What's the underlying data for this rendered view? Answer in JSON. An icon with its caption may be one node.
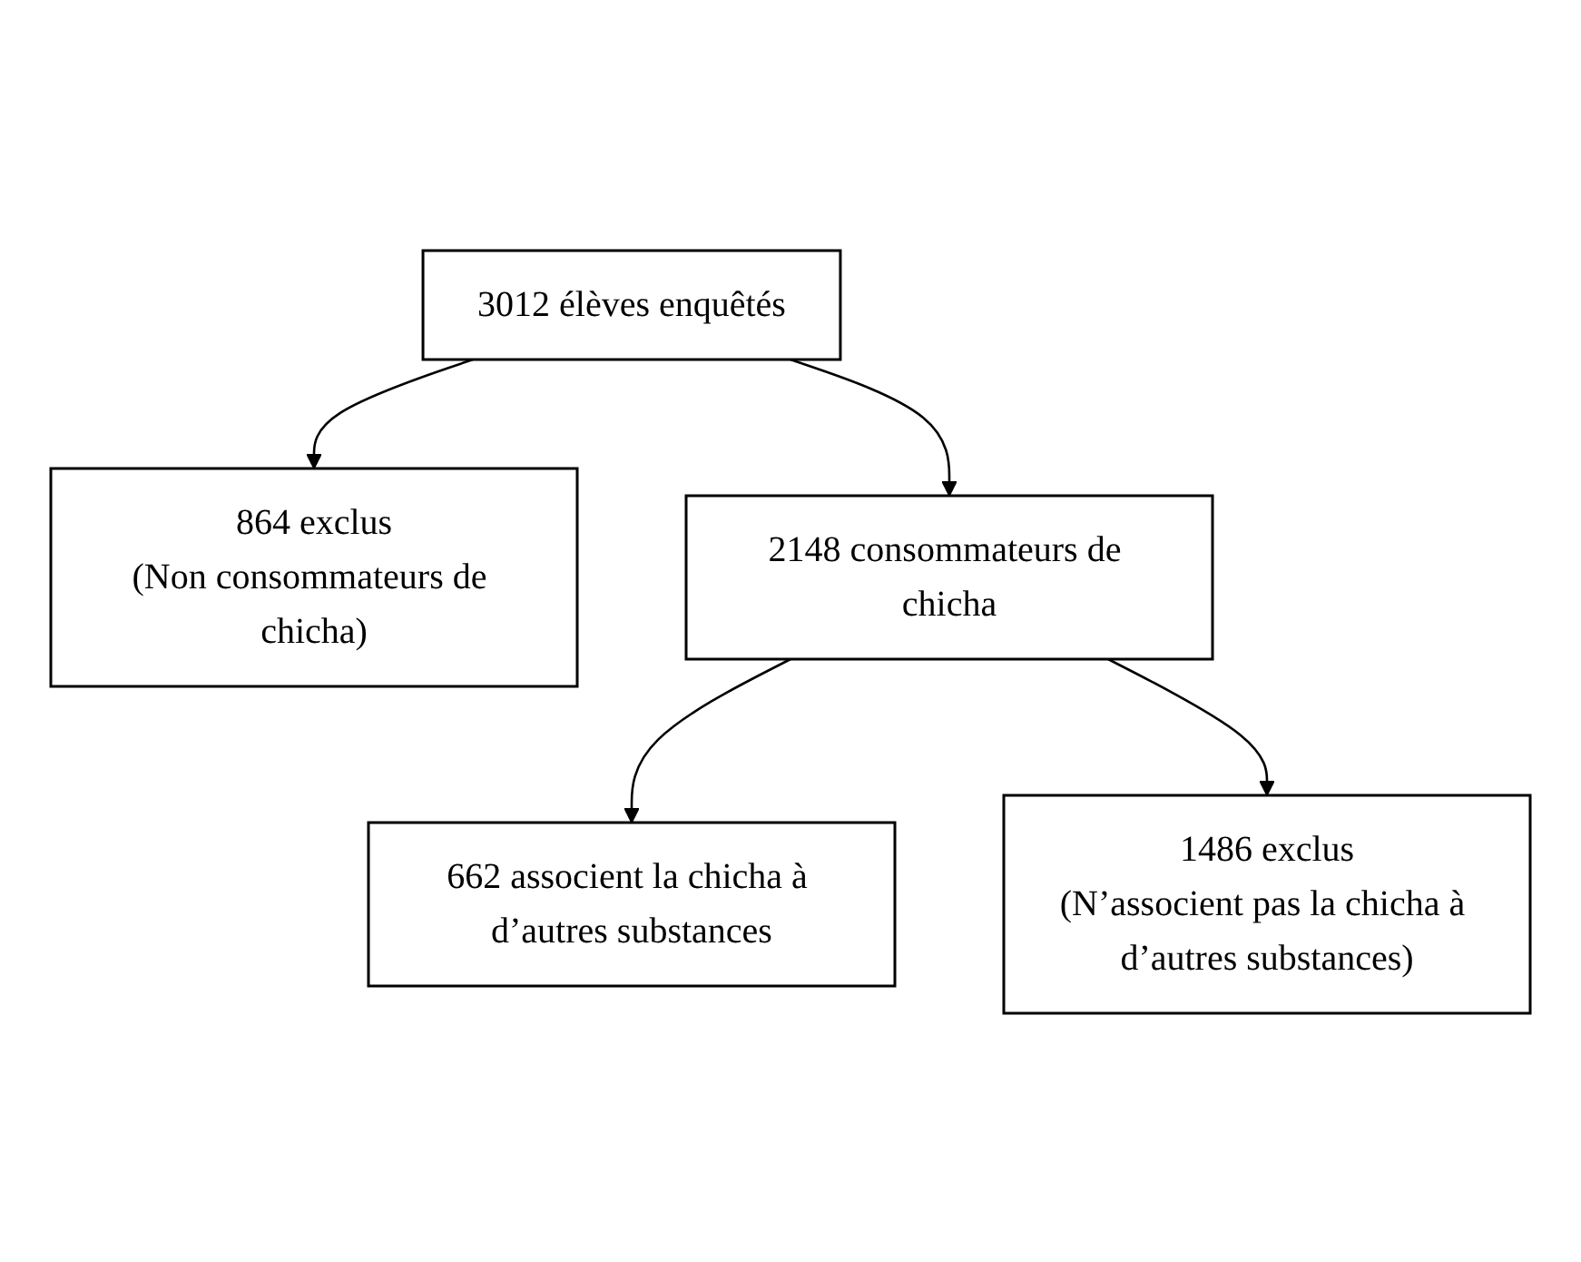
{
  "diagram": {
    "nodes": [
      {
        "text": [
          "3012 élèves enquêtés"
        ]
      },
      {
        "text": [
          "864 exclus",
          "(Non consommateurs de chicha)"
        ]
      },
      {
        "text": [
          "2148 consommateurs de chicha"
        ]
      },
      {
        "text": [
          "1486 exclus",
          "(N’associent pas la chicha à d’autres substances)"
        ]
      },
      {
        "text": [
          "662 associent la chicha à d’autres substances"
        ]
      }
    ],
    "edges": [
      {
        "from": 0,
        "to": 2,
        "arrow": "to"
      },
      {
        "from": 0,
        "to": 1,
        "arrow": "to"
      },
      {
        "from": 2,
        "to": 4,
        "arrow": "to"
      },
      {
        "from": 2,
        "to": 3,
        "arrow": "to"
      }
    ]
  }
}
